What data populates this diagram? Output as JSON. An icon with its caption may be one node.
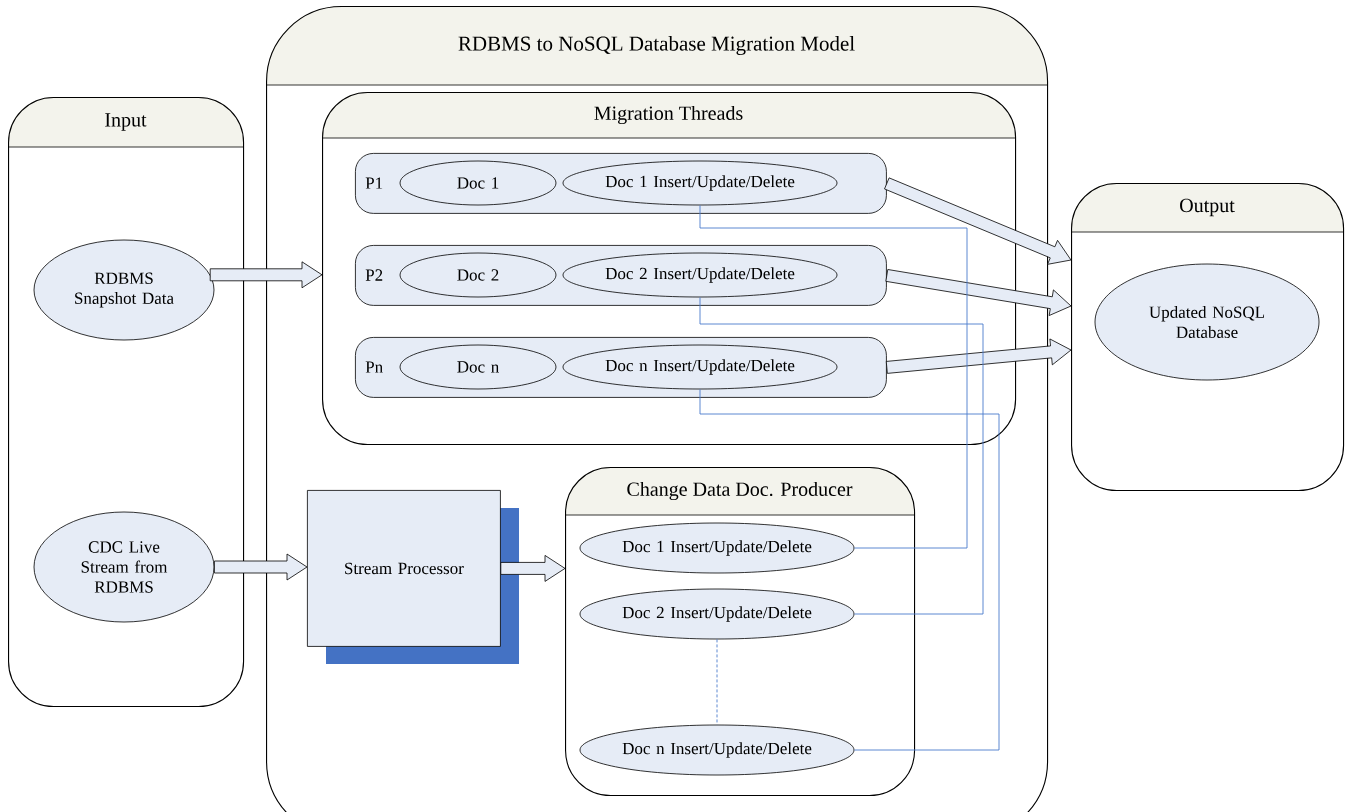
{
  "diagram": {
    "nodes": [
      {
        "text": [
          "RDBMS to NoSQL Database Migration Model"
        ]
      },
      {
        "text": [
          "Input"
        ]
      },
      {
        "text": [
          "RDBMS Snapshot Data"
        ],
        "in": 1
      },
      {
        "text": [
          "CDC Live Stream from RDBMS"
        ],
        "in": 1
      },
      {
        "text": [
          "Migration Threads"
        ],
        "in": 0
      },
      {
        "text": [
          "P1"
        ],
        "in": 4
      },
      {
        "text": [
          "Doc 1"
        ],
        "in": 5
      },
      {
        "text": [
          "Doc 1 Insert/Update/Delete"
        ],
        "in": 5
      },
      {
        "text": [
          "P2"
        ],
        "in": 4
      },
      {
        "text": [
          "Doc 2"
        ],
        "in": 8
      },
      {
        "text": [
          "Doc 2 Insert/Update/Delete"
        ],
        "in": 8
      },
      {
        "text": [
          "Pn"
        ],
        "in": 4
      },
      {
        "text": [
          "Doc n"
        ],
        "in": 11
      },
      {
        "text": [
          "Doc n Insert/Update/Delete"
        ],
        "in": 11
      },
      {
        "text": [
          "Stream Processor"
        ],
        "in": 0
      },
      {
        "text": [
          "Change Data Doc. Producer"
        ],
        "in": 0
      },
      {
        "text": [
          "Doc 1 Insert/Update/Delete"
        ],
        "in": 15
      },
      {
        "text": [
          "Doc 2 Insert/Update/Delete"
        ],
        "in": 15
      },
      {
        "text": [
          "Doc n Insert/Update/Delete"
        ],
        "in": 15
      },
      {
        "text": [
          "Output"
        ]
      },
      {
        "text": [
          "Updated NoSQL Database"
        ],
        "in": 19
      }
    ],
    "edges": [
      {
        "from": 2,
        "to": 4,
        "arrow": "to",
        "style": "thick"
      },
      {
        "from": 3,
        "to": 14,
        "arrow": "to",
        "style": "thick"
      },
      {
        "from": 14,
        "to": 15,
        "arrow": "to",
        "style": "thick"
      },
      {
        "from": 5,
        "to": 19,
        "arrow": "to",
        "style": "thick"
      },
      {
        "from": 8,
        "to": 19,
        "arrow": "to",
        "style": "thick"
      },
      {
        "from": 11,
        "to": 19,
        "arrow": "to",
        "style": "thick"
      },
      {
        "from": 16,
        "to": 7,
        "arrow": "none",
        "color": "#4a7ccc"
      },
      {
        "from": 17,
        "to": 10,
        "arrow": "none",
        "color": "#4a7ccc"
      },
      {
        "from": 18,
        "to": 13,
        "arrow": "none",
        "color": "#4a7ccc"
      },
      {
        "from": 17,
        "to": 18,
        "arrow": "none",
        "style": "dashed",
        "color": "#4a7ccc"
      }
    ]
  }
}
